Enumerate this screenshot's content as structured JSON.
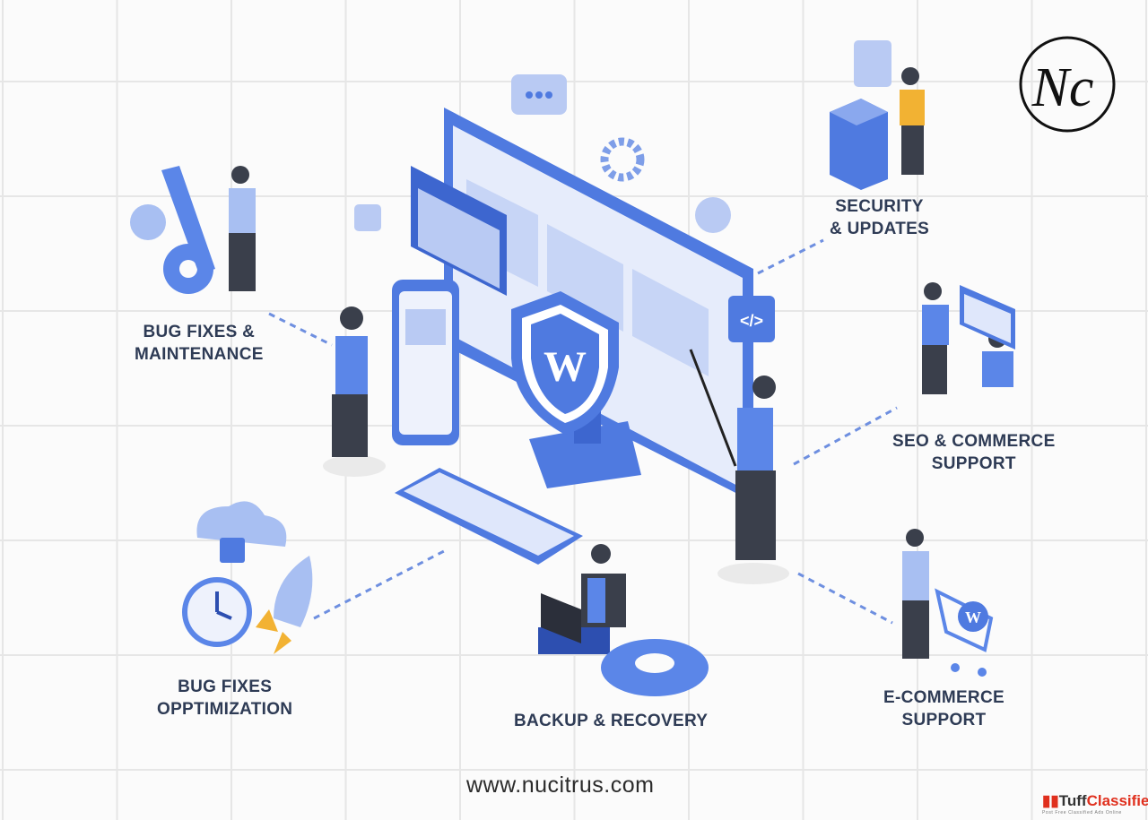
{
  "labels": {
    "bug_fixes_maintenance": [
      "BUG FIXES &",
      "MAINTENANCE"
    ],
    "security_updates": [
      "SECURITY",
      "& UPDATES"
    ],
    "seo_commerce": [
      "SEO & COMMERCE",
      "SUPPORT"
    ],
    "bug_fixes_optimization": [
      "BUG FIXES",
      "OPPTIMIZATION"
    ],
    "backup_recovery": "BACKUP & RECOVERY",
    "ecommerce_support": [
      "E-COMMERCE",
      "SUPPORT"
    ]
  },
  "website_url": "www.nucitrus.com",
  "logo": {
    "monogram": "Nc"
  },
  "watermark": {
    "name_part1": "Tuff",
    "name_part2": "Classified",
    "tagline": "Post Free Classified Ads Online"
  },
  "shield_letter": "W",
  "colors": {
    "primary": "#4f7ae0",
    "light": "#b9caf3",
    "text": "#2e3b55"
  }
}
